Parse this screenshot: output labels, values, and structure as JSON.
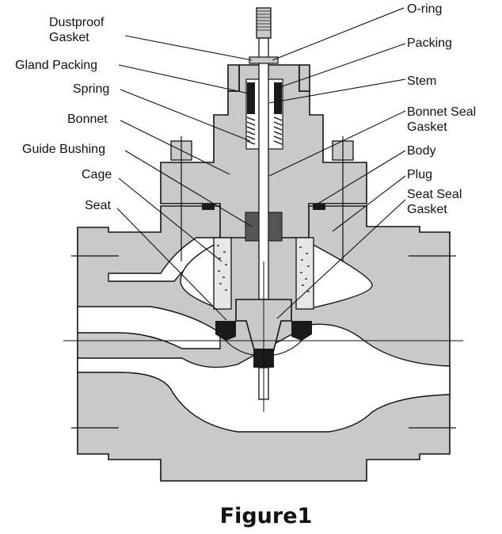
{
  "labels": {
    "dustproof_gasket": [
      "Dustproof",
      "Gasket"
    ],
    "gland_packing": "Gland Packing",
    "spring": "Spring",
    "bonnet": "Bonnet",
    "guide_bushing": "Guide Bushing",
    "cage": "Cage",
    "seat": "Seat",
    "o_ring": "O-ring",
    "packing": "Packing",
    "stem": "Stem",
    "bonnet_seal_gasket": [
      "Bonnet Seal",
      "Gasket"
    ],
    "body": "Body",
    "plug": "Plug",
    "seat_seal_gasket": [
      "Seat Seal",
      "Gasket"
    ]
  },
  "caption": "Figure1",
  "colors": {
    "metal": "#c9c9c9",
    "dark_part": "#555555",
    "seal": "#1a1a1a",
    "line": "#111111"
  }
}
